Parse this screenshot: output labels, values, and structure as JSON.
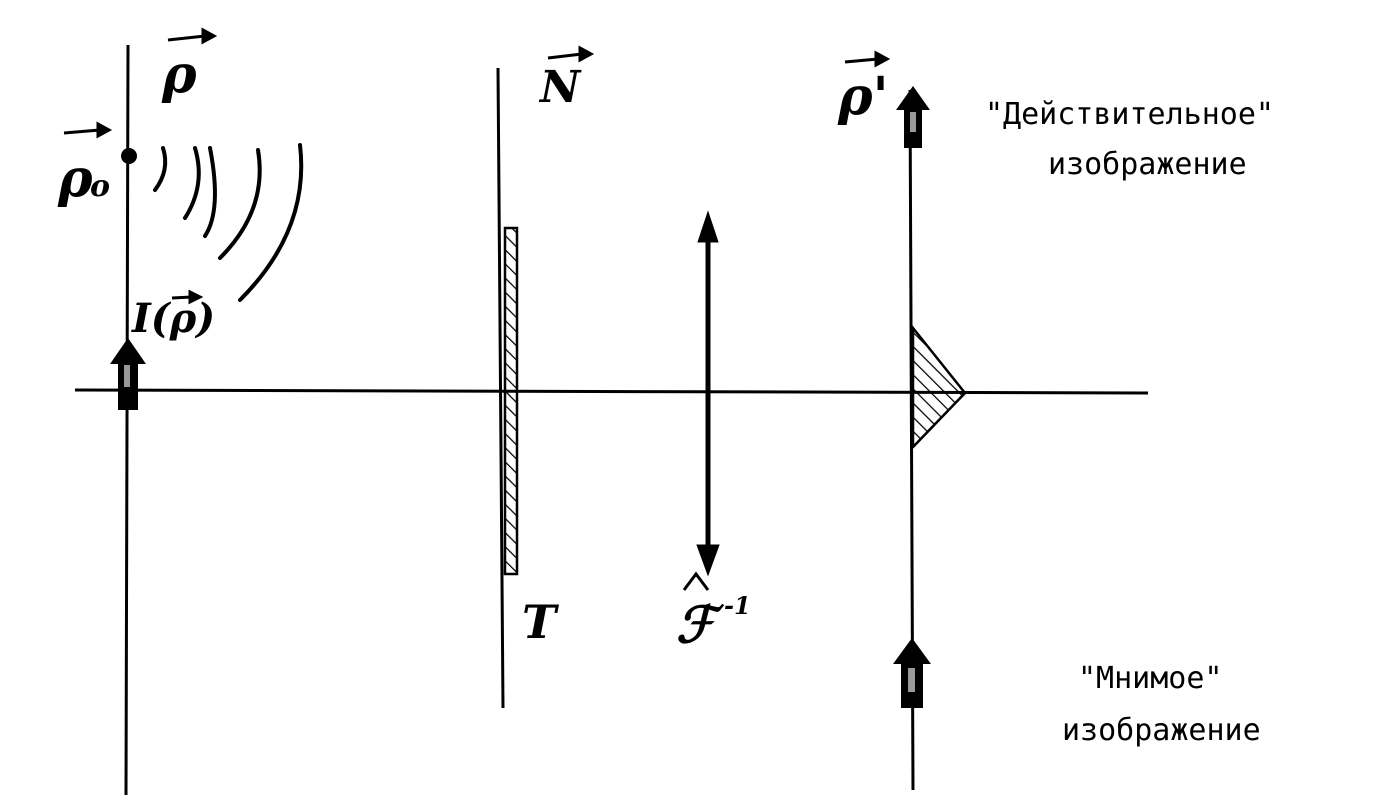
{
  "labels": {
    "rho": "ρ",
    "rho_0": "ρ",
    "rho_0_sub": "o",
    "intensity_prefix": "I(",
    "intensity_var": "ρ",
    "intensity_suffix": ")",
    "n": "N",
    "t": "T",
    "fourier": "ℱ",
    "fourier_exp": "-1",
    "rho_prime": "ρ'",
    "real_image_line1": "\"Действительное\"",
    "real_image_line2": "изображение",
    "virtual_image_line1": "\"Мнимое\"",
    "virtual_image_line2": "изображение"
  },
  "colors": {
    "ink": "#000000",
    "paper": "#ffffff"
  }
}
